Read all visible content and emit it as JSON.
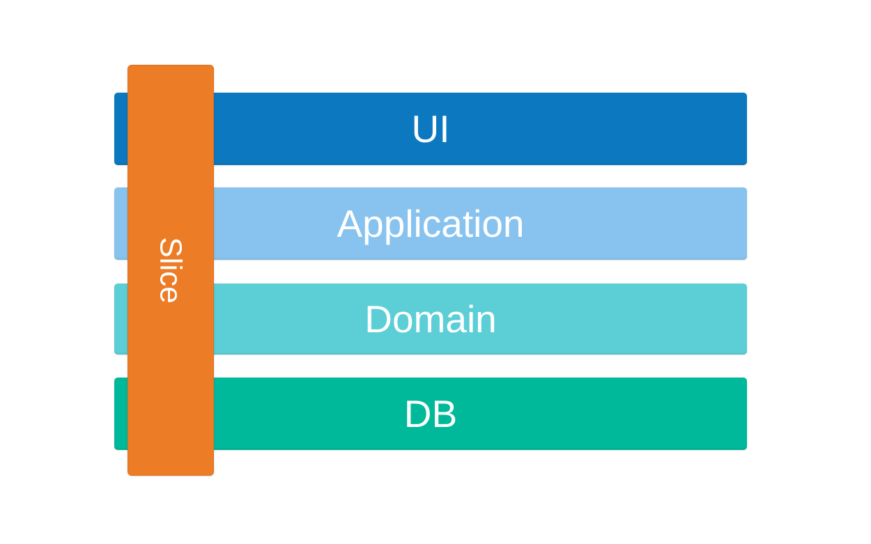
{
  "diagram": {
    "background": "#ffffff",
    "text_color": "#ffffff",
    "slice": {
      "label": "Slice",
      "color": "#ec7c26"
    },
    "layers": [
      {
        "label": "UI",
        "color": "#0b78c0"
      },
      {
        "label": "Application",
        "color": "#87c3ee"
      },
      {
        "label": "Domain",
        "color": "#5bced6"
      },
      {
        "label": "DB",
        "color": "#00b99a"
      }
    ]
  }
}
